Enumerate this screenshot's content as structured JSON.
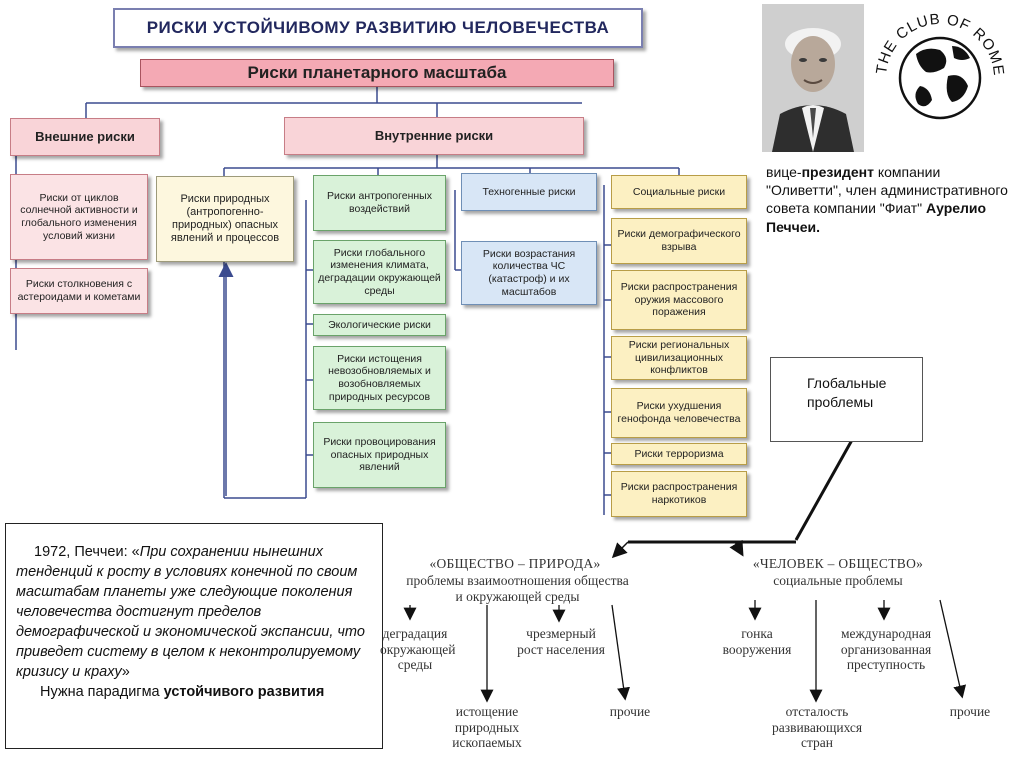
{
  "slide": {
    "title": "РИСКИ  УСТОЙЧИВОМУ  РАЗВИТИЮ  ЧЕЛОВЕЧЕСТВА",
    "planetary": "Риски планетарного масштаба",
    "external": {
      "label": "Внешние риски",
      "items": [
        "Риски от циклов солнечной активности и глобального изменения условий жизни",
        "Риски столкновения с астероидами и кометами"
      ]
    },
    "internal": {
      "label": "Внутренние риски",
      "natural": "Риски природных (антропогенно-природных) опасных явлений и процессов",
      "anthropogenic": {
        "label": "Риски антропогенных воздействий",
        "items": [
          "Риски глобального изменения климата, деградации окружающей среды",
          "Экологические риски",
          "Риски истощения невозобновляемых и возобновляемых природных ресурсов",
          "Риски провоцирования опасных природных явлений"
        ]
      },
      "technogenic": {
        "label": "Техногенные риски",
        "items": [
          "Риски возрастания количества ЧС (катастроф) и их масштабов"
        ]
      },
      "social": {
        "label": "Социальные риски",
        "items": [
          "Риски демографического взрыва",
          "Риски распространения оружия массового поражения",
          "Риски региональных цивилизационных конфликтов",
          "Риски ухудшения генофонда человечества",
          "Риски терроризма",
          "Риски распространения наркотиков"
        ]
      }
    }
  },
  "club_of_rome": {
    "logo_text": "THE CLUB OF ROME",
    "caption": {
      "p1": "вице-",
      "b1": "президент",
      "p2": " компании \"Оливетти\", член административного совета компании \"Фиат\" ",
      "b2": "Аурелио Печчеи."
    }
  },
  "global_problems_label": "Глобальные проблемы",
  "quote": {
    "lead": "1972, Печчеи: «",
    "italic": "При сохранении нынешних тенденций к росту в условиях конечной по своим масштабам планеты уже следующие поколения человечества достигнут пределов демографической и экономической экспансии, что приведет систему в целом к неконтролируемому кризису и краху",
    "close": "»",
    "paradigm_lead": "Нужна парадигма ",
    "paradigm_bold": "устойчивого развития"
  },
  "tree": {
    "left": {
      "title": "«ОБЩЕСТВО – ПРИРОДА»",
      "subtitle": "проблемы взаимоотношения общества и окружающей среды",
      "children": [
        "деградация окружающей среды",
        "истощение природных ископаемых",
        "чрезмерный рост населения",
        "прочие"
      ]
    },
    "right": {
      "title": "«ЧЕЛОВЕК – ОБЩЕСТВО»",
      "subtitle": "социальные проблемы",
      "children": [
        "гонка вооружения",
        "отсталость развивающихся стран",
        "международная организованная преступность",
        "прочие"
      ]
    }
  }
}
